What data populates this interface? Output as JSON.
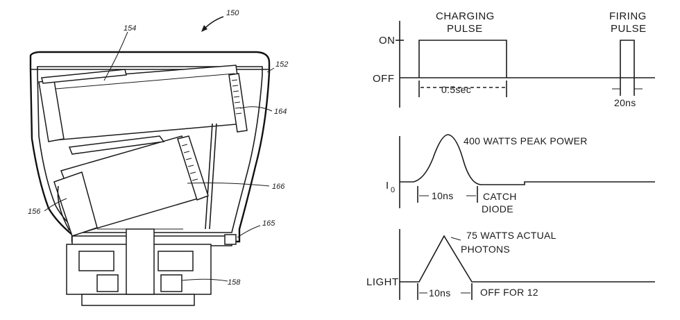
{
  "device": {
    "ref_main": "150",
    "ref_housing": "152",
    "ref_upper_lamp": "154",
    "ref_lower_lamp": "156",
    "ref_base": "158",
    "ref_upper_array": "164",
    "ref_lower_array": "166",
    "ref_mount": "165"
  },
  "timing": {
    "on_label": "ON",
    "off_label": "OFF",
    "charging_label_1": "CHARGING",
    "charging_label_2": "PULSE",
    "firing_label_1": "FIRING",
    "firing_label_2": "PULSE",
    "charge_duration": "0.5sec",
    "fire_duration": "20ns"
  },
  "current": {
    "axis_label": "I",
    "axis_sub": "0",
    "peak_label": "400 WATTS PEAK POWER",
    "pulse_width": "10ns",
    "catch_1": "CATCH",
    "catch_2": "DIODE"
  },
  "light": {
    "axis_label": "LIGHT",
    "peak_label_1": "75 WATTS ACTUAL",
    "peak_label_2": "PHOTONS",
    "pulse_width": "10ns",
    "off_label": "OFF FOR 12"
  }
}
